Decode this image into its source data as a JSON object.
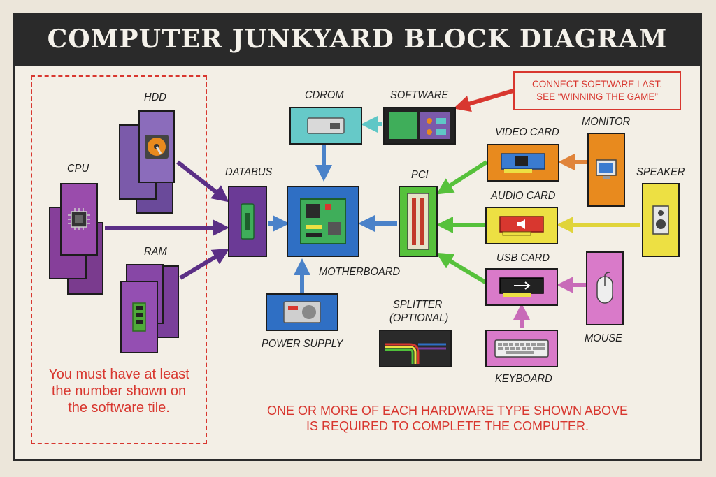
{
  "title": "COMPUTER JUNKYARD BLOCK DIAGRAM",
  "nodes": {
    "hdd": "HDD",
    "cpu": "CPU",
    "ram": "RAM",
    "databus": "DATABUS",
    "cdrom": "CDROM",
    "software": "SOFTWARE",
    "motherboard": "MOTHERBOARD",
    "power_supply": "POWER SUPPLY",
    "pci": "PCI",
    "splitter_line1": "SPLITTER",
    "splitter_line2": "(OPTIONAL)",
    "video_card": "VIDEO CARD",
    "audio_card": "AUDIO CARD",
    "usb_card": "USB CARD",
    "monitor": "MONITOR",
    "speaker": "SPEAKER",
    "mouse": "MOUSE",
    "keyboard": "KEYBOARD"
  },
  "callout": {
    "line1": "CONNECT SOFTWARE LAST.",
    "line2": "SEE “WINNING THE GAME”"
  },
  "left_note": {
    "line1": "You must have at least",
    "line2": "the number shown on",
    "line3": "the software tile."
  },
  "bottom_note": {
    "line1": "ONE OR MORE OF EACH HARDWARE TYPE SHOWN ABOVE",
    "line2": "IS REQUIRED TO COMPLETE THE COMPUTER."
  },
  "colors": {
    "purple": "#7b3f9c",
    "blue": "#2f6fc4",
    "teal": "#5fc7c6",
    "green": "#4fbf3a",
    "orange": "#e88a1e",
    "yellow": "#ede043",
    "pink": "#d97ac9",
    "red": "#d8372f",
    "dark": "#2a2a2a"
  }
}
